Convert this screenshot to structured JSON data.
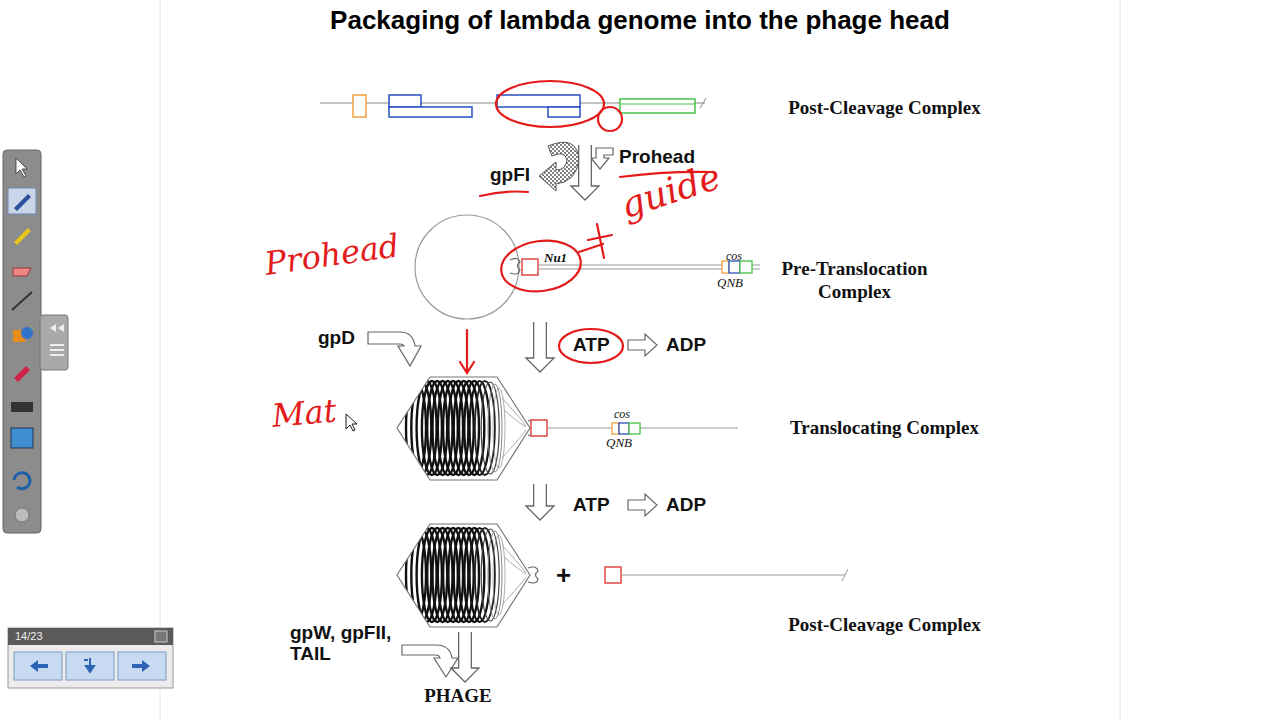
{
  "diagram": {
    "title": "Packaging of lambda genome into the phage head",
    "nodes": [
      {
        "text": [
          "Post-Cleavage Complex"
        ]
      },
      {
        "text": [
          "Pre-Translocation Complex"
        ]
      },
      {
        "text": [
          "Translocating Complex"
        ]
      },
      {
        "text": [
          "Post-Cleavage Complex"
        ]
      },
      {
        "text": [
          "PHAGE"
        ]
      }
    ],
    "edges": [
      {
        "from": 0,
        "to": 1,
        "arrow": "to"
      },
      {
        "from": 1,
        "to": 2,
        "arrow": "to"
      },
      {
        "from": 2,
        "to": 3,
        "arrow": "to"
      },
      {
        "from": 3,
        "to": 4,
        "arrow": "to"
      }
    ],
    "labels": [
      "Prohead",
      "gpFI",
      "Nu1",
      "cos",
      "QNB",
      "gpD",
      "ATP",
      "ADP",
      "cos",
      "QNB",
      "ATP",
      "ADP",
      "+",
      "gpW, gpFII, TAIL",
      "Prohead",
      "guide",
      "Mat",
      "14/23"
    ]
  }
}
